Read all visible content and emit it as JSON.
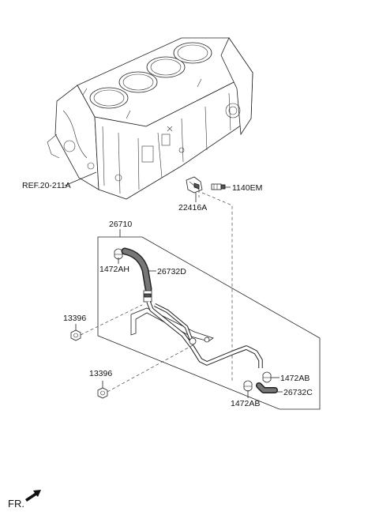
{
  "labels": {
    "ref": "REF.20-211A",
    "p1140em": "1140EM",
    "p22416a": "22416A",
    "p26710": "26710",
    "p1472ah": "1472AH",
    "p26732d": "26732D",
    "p13396_top": "13396",
    "p13396_bot": "13396",
    "p1472ab_right": "1472AB",
    "p26732c": "26732C",
    "p1472ab_bot": "1472AB",
    "fr": "FR."
  },
  "icons": {
    "engine_block": "engine-block-illustration",
    "water_pipe": "water-pipe-assembly-illustration",
    "front_arrow": "front-direction-arrow"
  }
}
